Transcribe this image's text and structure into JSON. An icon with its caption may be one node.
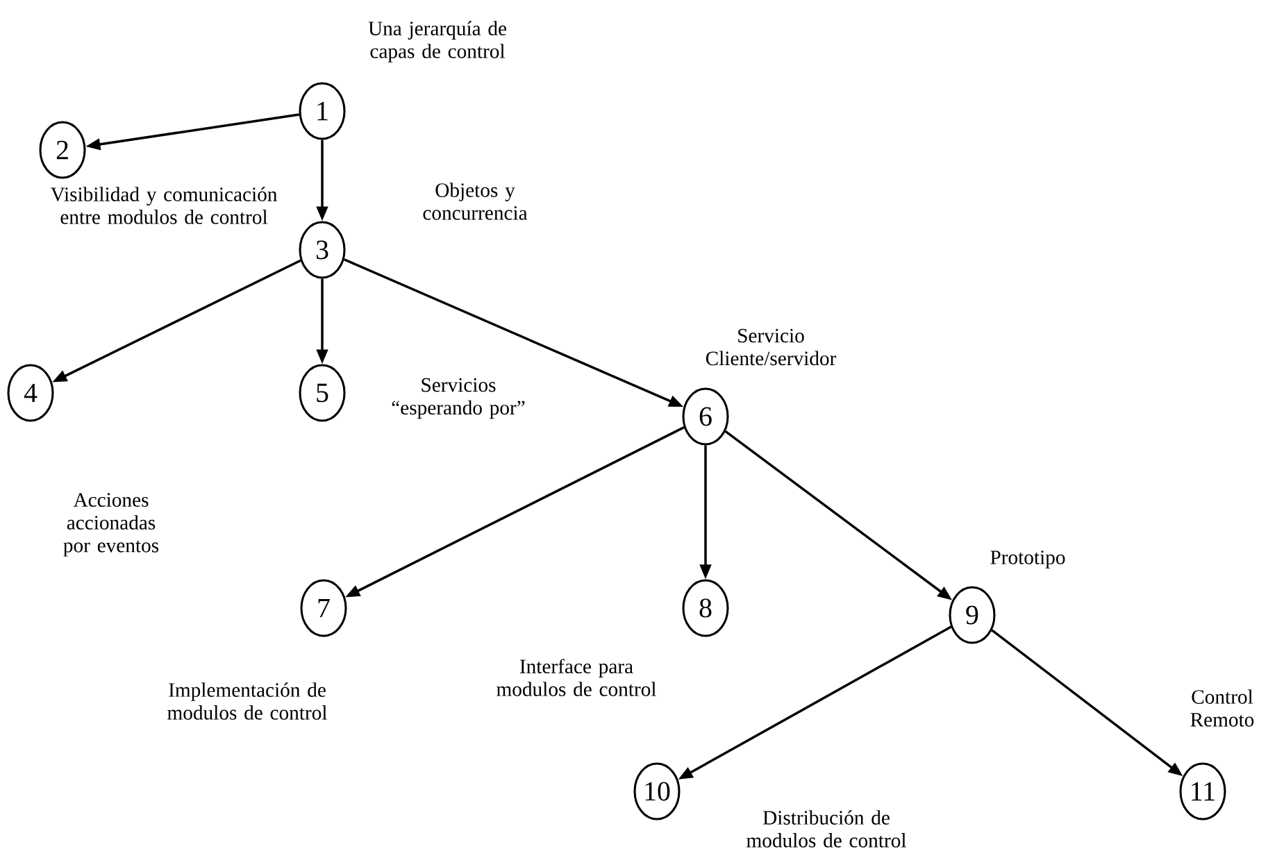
{
  "diagram": {
    "nodes": [
      {
        "text": [
          "1"
        ],
        "beside": [
          "Una jerarquía de capas de control"
        ]
      },
      {
        "text": [
          "2"
        ],
        "beside": [
          "Visibilidad y comunicación entre modulos de control"
        ]
      },
      {
        "text": [
          "3"
        ],
        "beside": [
          "Objetos y concurrencia"
        ]
      },
      {
        "text": [
          "4"
        ],
        "beside": [
          "Acciones accionadas por eventos"
        ]
      },
      {
        "text": [
          "5"
        ],
        "beside": [
          "Servicios “esperando por”"
        ]
      },
      {
        "text": [
          "6"
        ],
        "beside": [
          "Servicio Cliente/servidor"
        ]
      },
      {
        "text": [
          "7"
        ],
        "beside": [
          "Implementación de modulos de control"
        ]
      },
      {
        "text": [
          "8"
        ],
        "beside": [
          "Interface para modulos de control"
        ]
      },
      {
        "text": [
          "9"
        ],
        "beside": [
          "Prototipo"
        ]
      },
      {
        "text": [
          "10"
        ],
        "beside": [
          "Distribución de modulos de control"
        ]
      },
      {
        "text": [
          "11"
        ],
        "beside": [
          "Control Remoto"
        ]
      }
    ],
    "edges": [
      {
        "from": 0,
        "to": 1,
        "arrow": "to"
      },
      {
        "from": 0,
        "to": 2,
        "arrow": "to"
      },
      {
        "from": 2,
        "to": 3,
        "arrow": "to"
      },
      {
        "from": 2,
        "to": 4,
        "arrow": "to"
      },
      {
        "from": 2,
        "to": 5,
        "arrow": "to"
      },
      {
        "from": 5,
        "to": 6,
        "arrow": "to"
      },
      {
        "from": 5,
        "to": 7,
        "arrow": "to"
      },
      {
        "from": 5,
        "to": 8,
        "arrow": "to"
      },
      {
        "from": 8,
        "to": 9,
        "arrow": "to"
      },
      {
        "from": 8,
        "to": 10,
        "arrow": "to"
      }
    ]
  }
}
